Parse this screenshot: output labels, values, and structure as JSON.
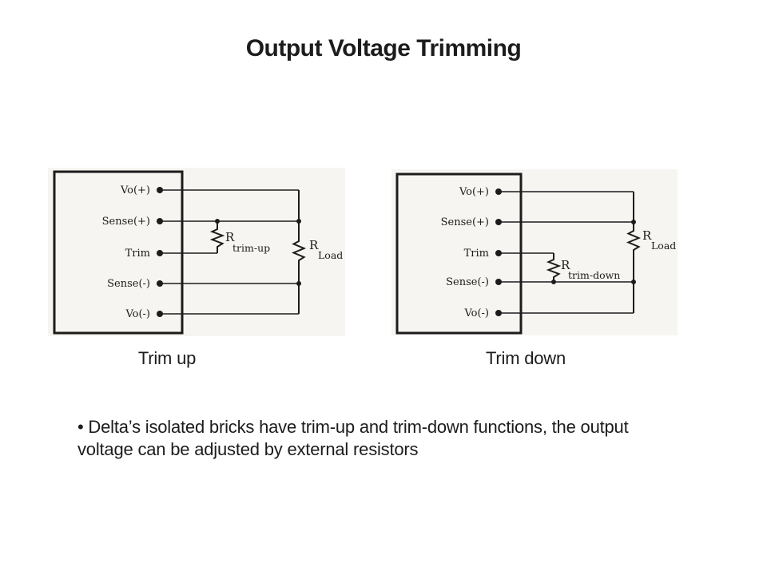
{
  "slide": {
    "title": "Output Voltage Trimming"
  },
  "diagrams": [
    {
      "name": "trim-up",
      "caption": "Trim up",
      "pins": [
        "Vo(+)",
        "Sense(+)",
        "Trim",
        "Sense(-)",
        "Vo(-)"
      ],
      "trim_resistor": {
        "symbol": "R",
        "subscript": "trim-up"
      },
      "load_resistor": {
        "symbol": "R",
        "subscript": "Load"
      }
    },
    {
      "name": "trim-down",
      "caption": "Trim down",
      "pins": [
        "Vo(+)",
        "Sense(+)",
        "Trim",
        "Sense(-)",
        "Vo(-)"
      ],
      "trim_resistor": {
        "symbol": "R",
        "subscript": "trim-down"
      },
      "load_resistor": {
        "symbol": "R",
        "subscript": "Load"
      }
    }
  ],
  "bullet": {
    "lines": [
      "• Delta’s isolated bricks have trim-up and trim-down functions, the output",
      "voltage can be adjusted by external resistors"
    ]
  },
  "colors": {
    "ink": "#1c1c1c",
    "paper": "#f6f5f2",
    "background": "#ffffff"
  }
}
